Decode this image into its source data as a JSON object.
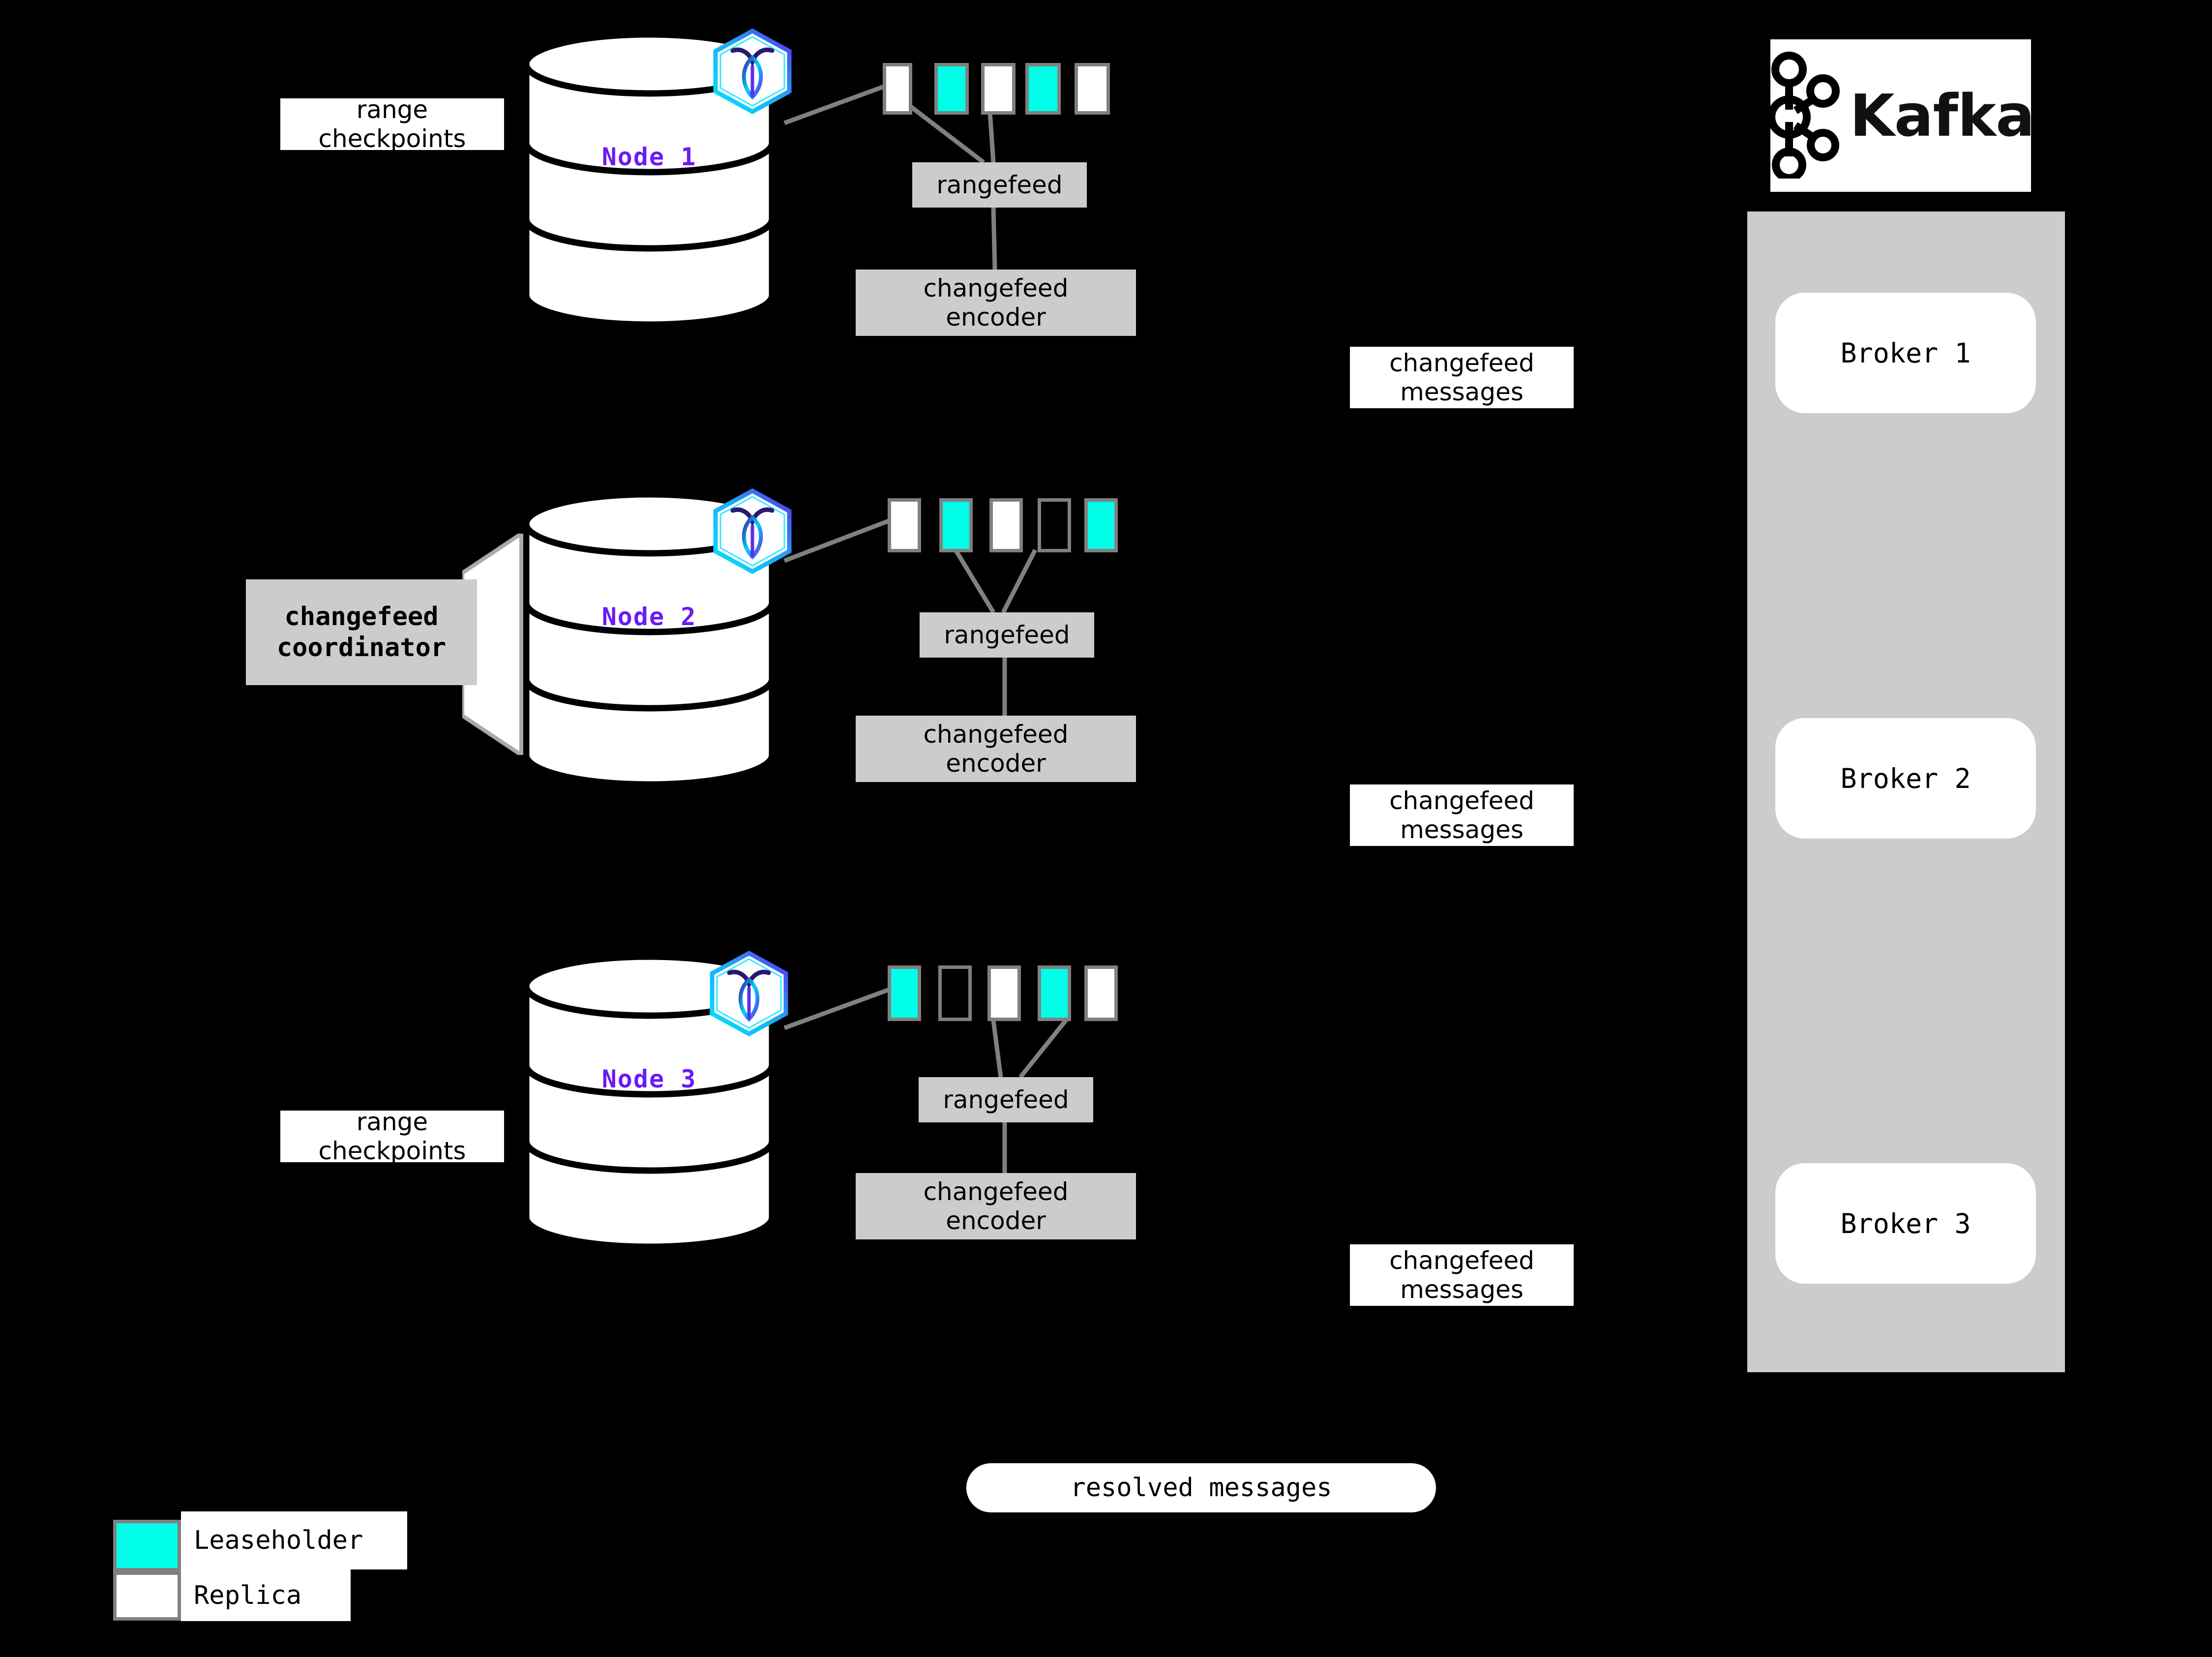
{
  "diagram": {
    "title": "CockroachDB changefeed to Kafka architecture",
    "background_color": "#000000",
    "accent_cyan": "#00ffe8",
    "accent_purple": "#6a1bf5",
    "gray_box": "#cccccc",
    "range_border": "#808080"
  },
  "nodes": [
    {
      "id": "node-1",
      "label": "Node 1",
      "logo": "cockroachdb-hex-icon",
      "ranges": [
        {
          "type": "replica",
          "fill": "#ffffff"
        },
        {
          "type": "leaseholder",
          "fill": "#00ffe8"
        },
        {
          "type": "replica",
          "fill": "#ffffff"
        },
        {
          "type": "leaseholder",
          "fill": "#00ffe8"
        },
        {
          "type": "replica",
          "fill": "#ffffff"
        }
      ],
      "rangefeed_label": "rangefeed",
      "encoder_label": "changefeed\nencoder",
      "encoder_line1": "changefeed",
      "encoder_line2": "encoder",
      "side_label_line1": "range",
      "side_label_line2": "checkpoints",
      "has_side_label": true,
      "has_coordinator": false
    },
    {
      "id": "node-2",
      "label": "Node 2",
      "logo": "cockroachdb-hex-icon",
      "ranges": [
        {
          "type": "replica",
          "fill": "#ffffff"
        },
        {
          "type": "leaseholder",
          "fill": "#00ffe8"
        },
        {
          "type": "replica",
          "fill": "#ffffff"
        },
        {
          "type": "empty",
          "fill": "transparent"
        },
        {
          "type": "leaseholder",
          "fill": "#00ffe8"
        }
      ],
      "rangefeed_label": "rangefeed",
      "encoder_line1": "changefeed",
      "encoder_line2": "encoder",
      "has_side_label": false,
      "has_coordinator": true,
      "coordinator_line1": "changefeed",
      "coordinator_line2": "coordinator"
    },
    {
      "id": "node-3",
      "label": "Node 3",
      "logo": "cockroachdb-hex-icon",
      "ranges": [
        {
          "type": "leaseholder",
          "fill": "#00ffe8"
        },
        {
          "type": "empty",
          "fill": "transparent"
        },
        {
          "type": "replica",
          "fill": "#ffffff"
        },
        {
          "type": "leaseholder",
          "fill": "#00ffe8"
        },
        {
          "type": "replica",
          "fill": "#ffffff"
        }
      ],
      "rangefeed_label": "rangefeed",
      "encoder_line1": "changefeed",
      "encoder_line2": "encoder",
      "side_label_line1": "range",
      "side_label_line2": "checkpoints",
      "has_side_label": true,
      "has_coordinator": false
    }
  ],
  "message_labels": [
    {
      "line1": "changefeed",
      "line2": "messages"
    },
    {
      "line1": "changefeed",
      "line2": "messages"
    },
    {
      "line1": "changefeed",
      "line2": "messages"
    }
  ],
  "kafka": {
    "logo_name": "kafka-logo-icon",
    "wordmark": "Kafka",
    "brokers": [
      {
        "label": "Broker 1"
      },
      {
        "label": "Broker 2"
      },
      {
        "label": "Broker 3"
      }
    ]
  },
  "resolved": {
    "label": "resolved messages"
  },
  "legend": {
    "items": [
      {
        "label": "Leaseholder",
        "swatch": "#00ffe8"
      },
      {
        "label": "Replica",
        "swatch": "#ffffff"
      }
    ]
  }
}
